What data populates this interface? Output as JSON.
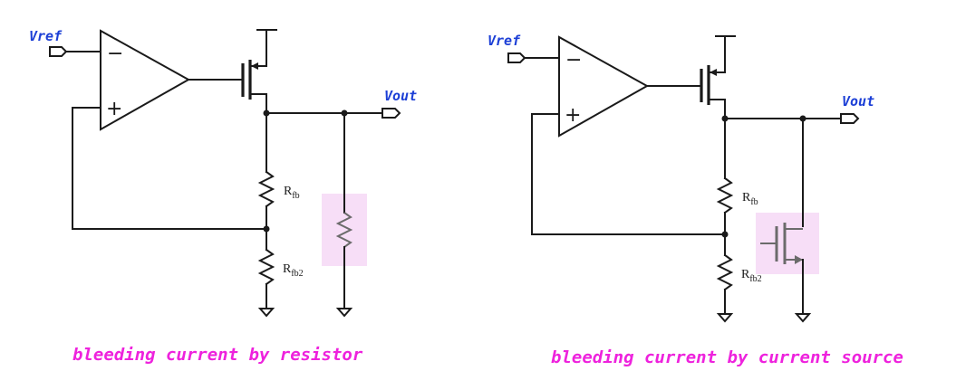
{
  "left": {
    "vref": "Vref",
    "vout": "Vout",
    "rfb_main": "R",
    "rfb_sub": "fb",
    "rfb2_main": "R",
    "rfb2_sub": "fb2",
    "minus": "−",
    "plus": "+",
    "caption": "bleeding current by resistor"
  },
  "right": {
    "vref": "Vref",
    "vout": "Vout",
    "rfb_main": "R",
    "rfb_sub": "fb",
    "rfb2_main": "R",
    "rfb2_sub": "fb2",
    "minus": "−",
    "plus": "+",
    "caption": "bleeding current by current source"
  },
  "colors": {
    "net_label": "#1c3fd6",
    "caption": "#ee22dd",
    "highlight": "#f6d8f6"
  }
}
